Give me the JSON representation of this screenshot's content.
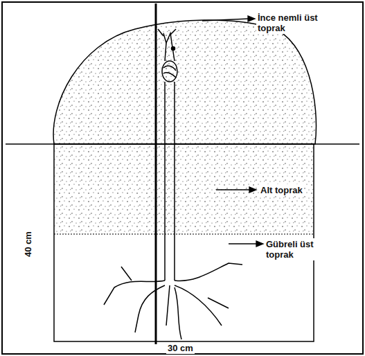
{
  "diagram": {
    "labels": [
      "İnce nemli üst toprak",
      "Alt toprak",
      "Gübreli üst toprak",
      "40 cm",
      "30 cm"
    ]
  }
}
